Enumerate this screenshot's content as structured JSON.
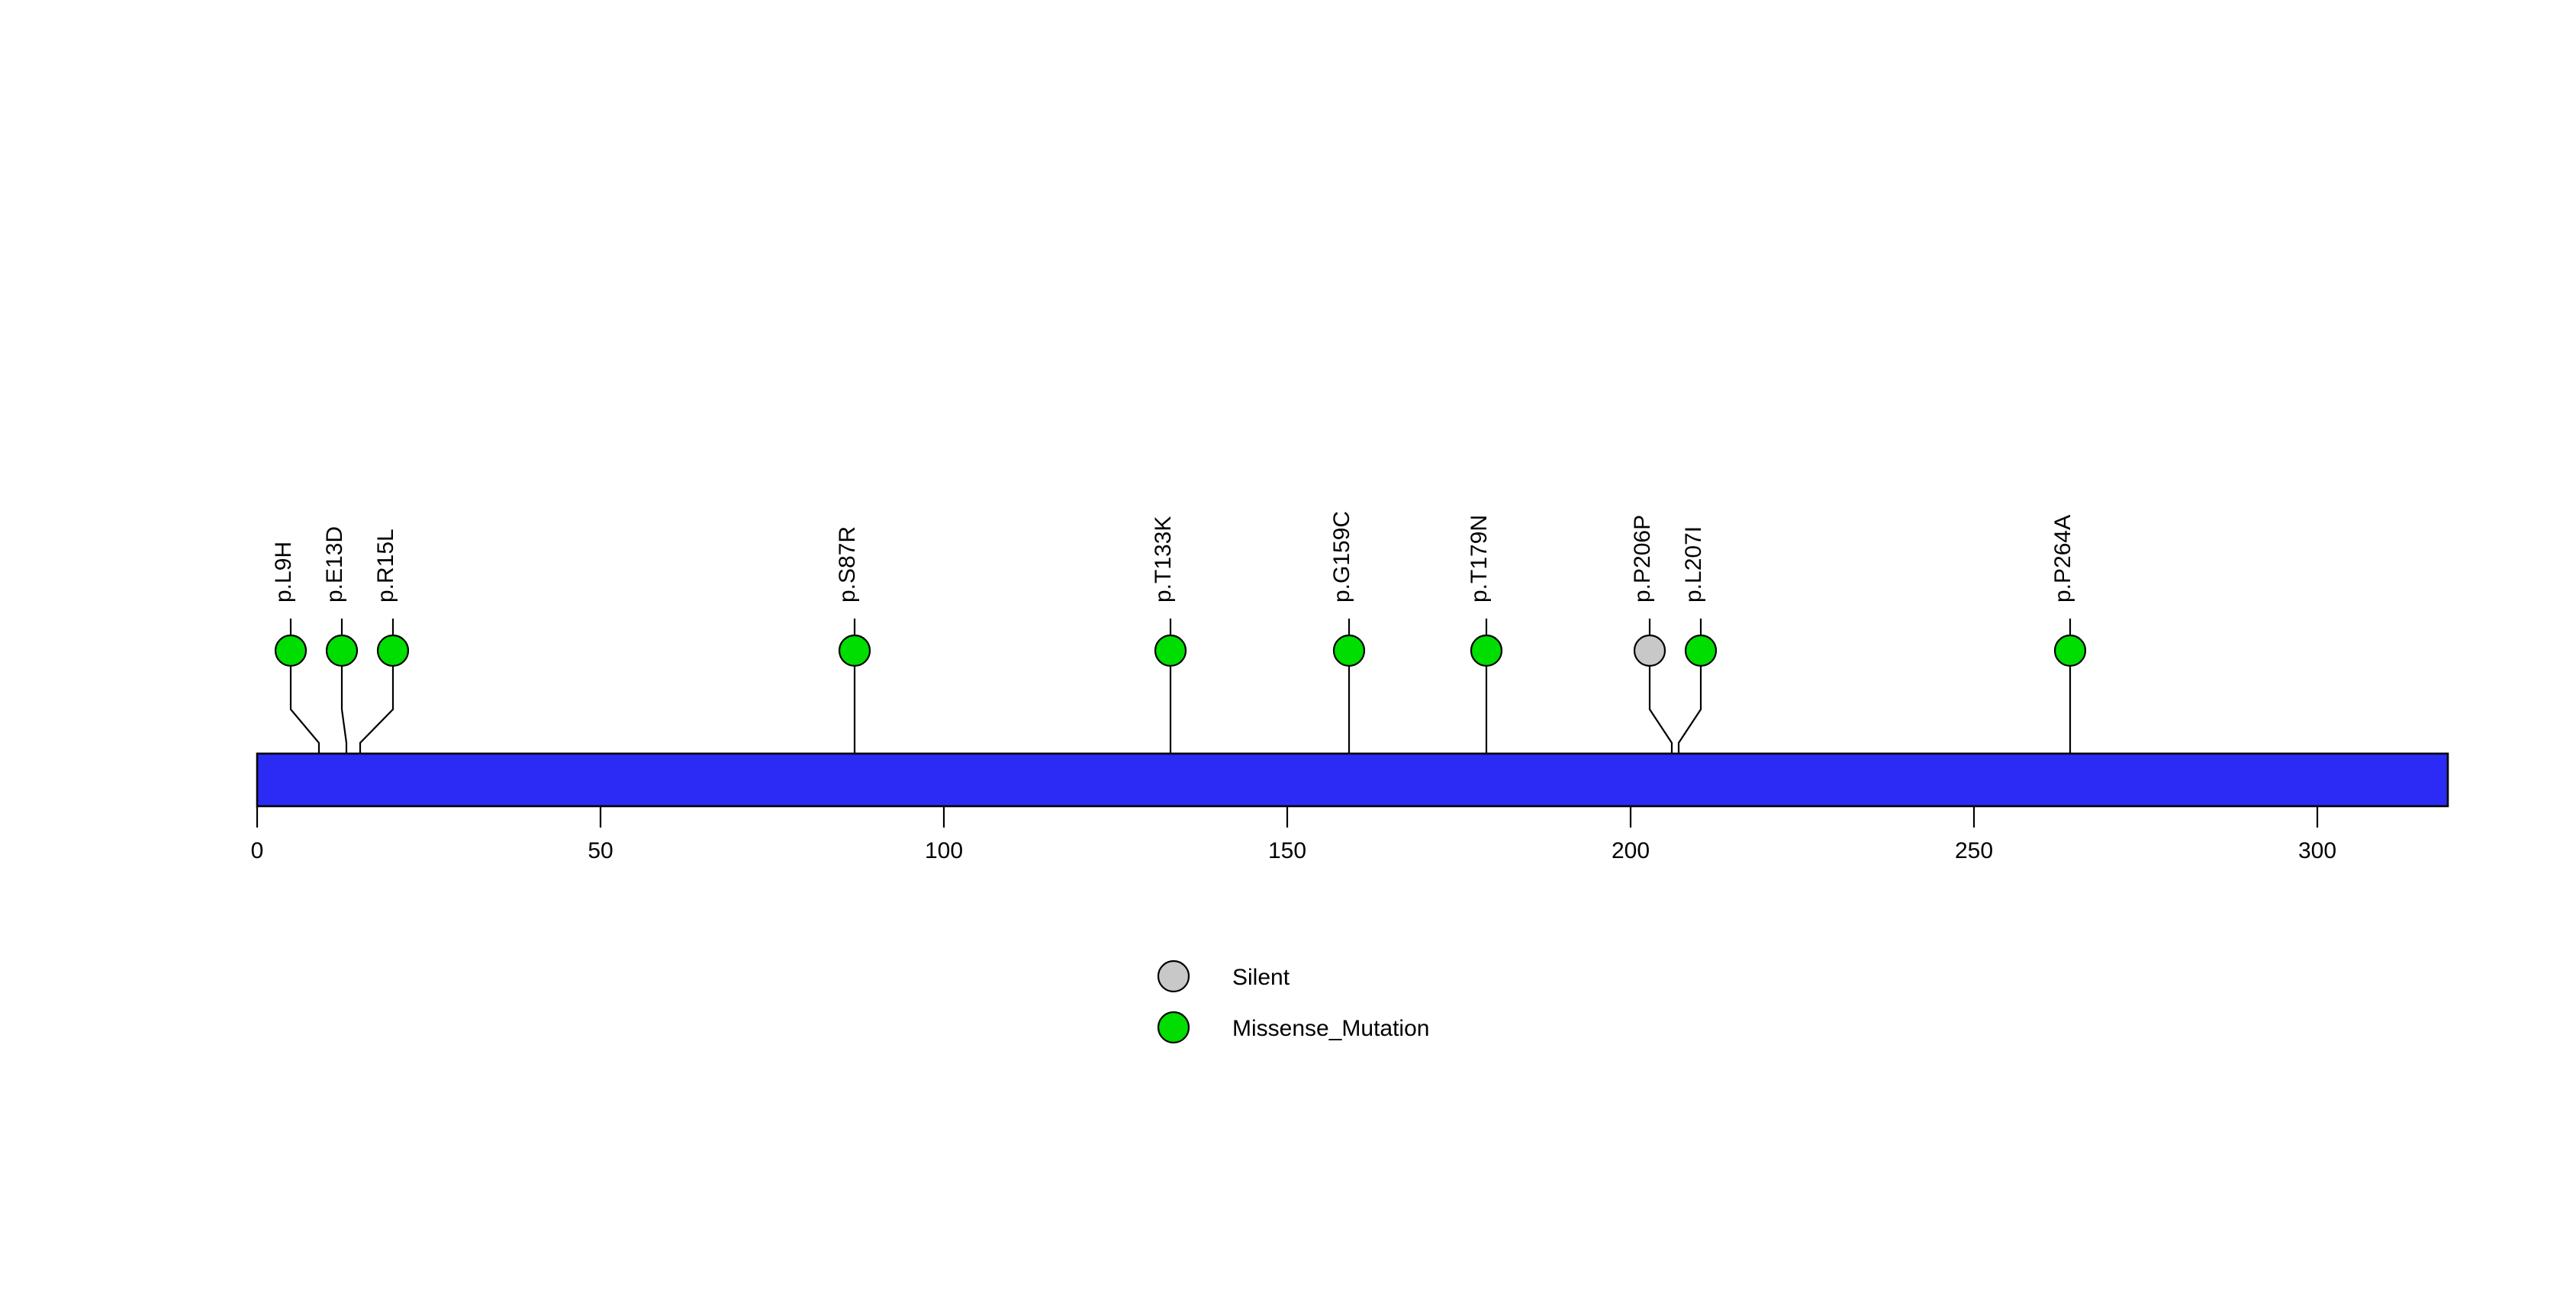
{
  "chart_data": {
    "type": "lollipop",
    "title": "",
    "xlabel": "",
    "ylabel": "",
    "protein": {
      "start": 0,
      "end": 319,
      "color": "#2B2BF5",
      "border_color": "#000000"
    },
    "axis": {
      "ticks": [
        0,
        50,
        100,
        150,
        200,
        250,
        300
      ],
      "tick_labels": [
        "0",
        "50",
        "100",
        "150",
        "200",
        "250",
        "300"
      ],
      "xlim": [
        0,
        319
      ],
      "grid": false
    },
    "mutations": [
      {
        "label": "p.L9H",
        "position": 9,
        "type": "Missense_Mutation",
        "color": "#00DD00",
        "count": 1
      },
      {
        "label": "p.E13D",
        "position": 13,
        "type": "Missense_Mutation",
        "color": "#00DD00",
        "count": 1
      },
      {
        "label": "p.R15L",
        "position": 15,
        "type": "Missense_Mutation",
        "color": "#00DD00",
        "count": 1
      },
      {
        "label": "p.S87R",
        "position": 87,
        "type": "Missense_Mutation",
        "color": "#00DD00",
        "count": 1
      },
      {
        "label": "p.T133K",
        "position": 133,
        "type": "Missense_Mutation",
        "color": "#00DD00",
        "count": 1
      },
      {
        "label": "p.G159C",
        "position": 159,
        "type": "Missense_Mutation",
        "color": "#00DD00",
        "count": 1
      },
      {
        "label": "p.T179N",
        "position": 179,
        "type": "Missense_Mutation",
        "color": "#00DD00",
        "count": 1
      },
      {
        "label": "p.P206P",
        "position": 206,
        "type": "Silent",
        "color": "#C8C8C8",
        "count": 1
      },
      {
        "label": "p.L207I",
        "position": 207,
        "type": "Missense_Mutation",
        "color": "#00DD00",
        "count": 1
      },
      {
        "label": "p.P264A",
        "position": 264,
        "type": "Missense_Mutation",
        "color": "#00DD00",
        "count": 1
      }
    ],
    "legend": {
      "position": "bottom-center",
      "entries": [
        {
          "label": "Silent",
          "color": "#C8C8C8"
        },
        {
          "label": "Missense_Mutation",
          "color": "#00DD00"
        }
      ]
    }
  }
}
